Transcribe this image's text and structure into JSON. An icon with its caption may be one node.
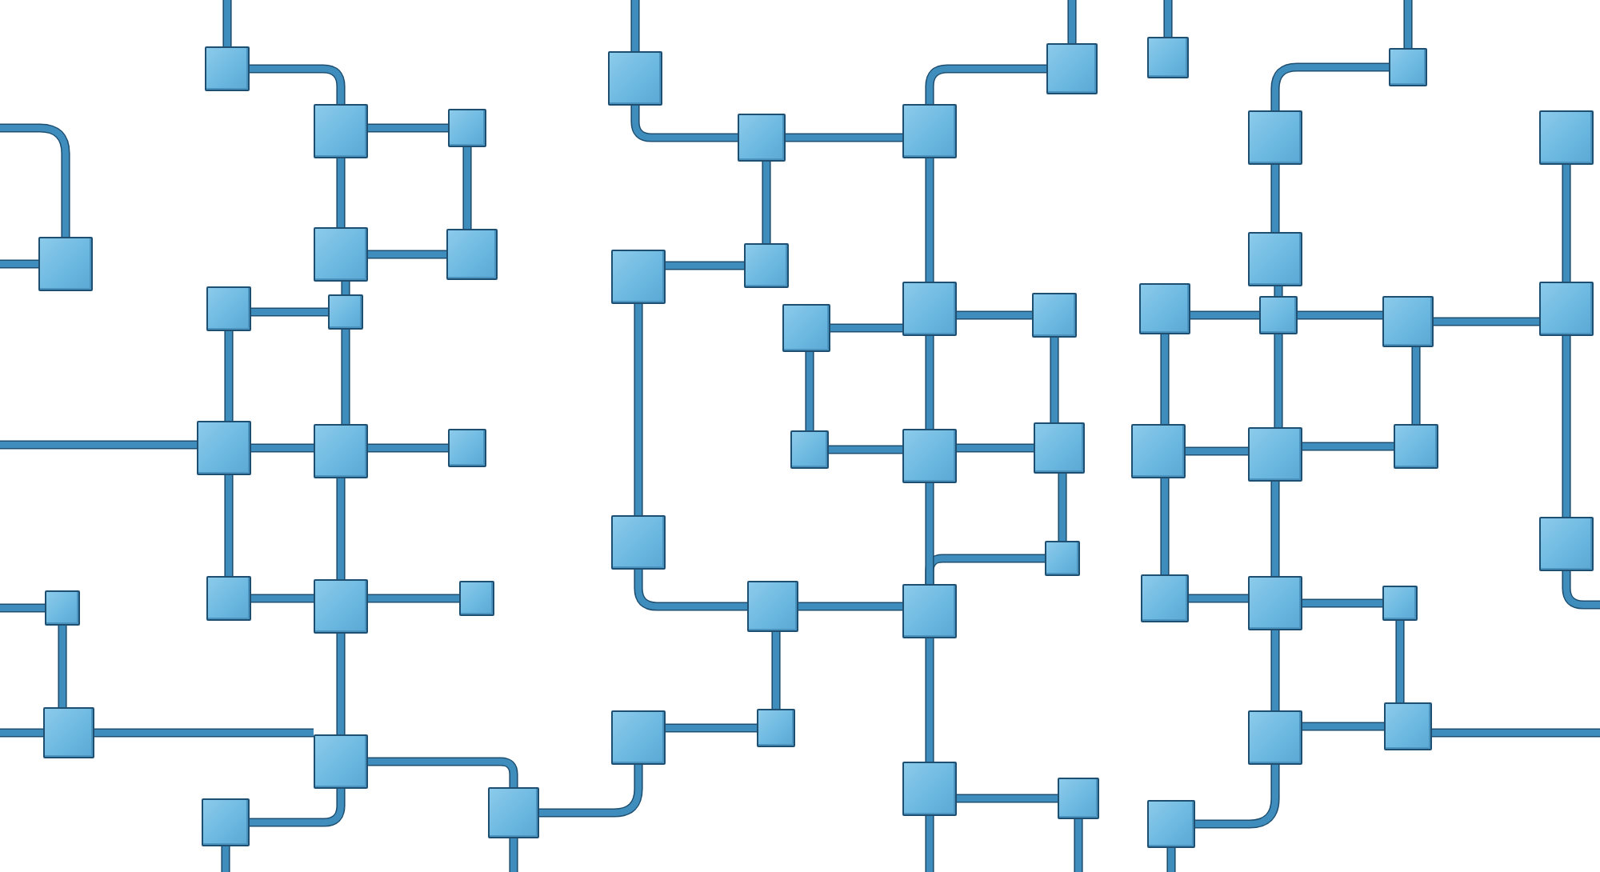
{
  "diagram": {
    "nodes": [
      {
        "text": [],
        "shape": "box"
      },
      {
        "text": [],
        "shape": "box"
      },
      {
        "text": [],
        "shape": "box"
      },
      {
        "text": [],
        "shape": "box"
      },
      {
        "text": [],
        "shape": "box"
      },
      {
        "text": [],
        "shape": "box"
      },
      {
        "text": [],
        "shape": "box"
      },
      {
        "text": [],
        "shape": "box"
      },
      {
        "text": [],
        "shape": "box"
      },
      {
        "text": [],
        "shape": "box"
      },
      {
        "text": [],
        "shape": "box"
      },
      {
        "text": [],
        "shape": "box"
      },
      {
        "text": [],
        "shape": "box"
      },
      {
        "text": [],
        "shape": "box"
      },
      {
        "text": [],
        "shape": "box"
      },
      {
        "text": [],
        "shape": "box"
      },
      {
        "text": [],
        "shape": "box"
      },
      {
        "text": [],
        "shape": "box"
      },
      {
        "text": [],
        "shape": "box"
      },
      {
        "text": [],
        "shape": "box"
      },
      {
        "text": [],
        "shape": "box"
      },
      {
        "text": [],
        "shape": "box"
      },
      {
        "text": [],
        "shape": "box"
      },
      {
        "text": [],
        "shape": "box"
      },
      {
        "text": [],
        "shape": "box"
      },
      {
        "text": [],
        "shape": "box"
      },
      {
        "text": [],
        "shape": "box"
      },
      {
        "text": [],
        "shape": "box"
      },
      {
        "text": [],
        "shape": "box"
      },
      {
        "text": [],
        "shape": "box"
      },
      {
        "text": [],
        "shape": "box"
      },
      {
        "text": [],
        "shape": "box"
      },
      {
        "text": [],
        "shape": "box"
      },
      {
        "text": [],
        "shape": "box"
      },
      {
        "text": [],
        "shape": "box"
      },
      {
        "text": [],
        "shape": "box"
      },
      {
        "text": [],
        "shape": "box"
      },
      {
        "text": [],
        "shape": "box"
      },
      {
        "text": [],
        "shape": "box"
      },
      {
        "text": [],
        "shape": "box"
      },
      {
        "text": [],
        "shape": "box"
      },
      {
        "text": [],
        "shape": "box"
      },
      {
        "text": [],
        "shape": "box"
      },
      {
        "text": [],
        "shape": "box"
      },
      {
        "text": [],
        "shape": "box"
      },
      {
        "text": [],
        "shape": "box"
      },
      {
        "text": [],
        "shape": "box"
      },
      {
        "text": [],
        "shape": "box"
      },
      {
        "text": [],
        "shape": "box"
      },
      {
        "text": [],
        "shape": "box"
      },
      {
        "text": [],
        "shape": "box"
      },
      {
        "text": [],
        "shape": "box"
      },
      {
        "text": [],
        "shape": "box"
      },
      {
        "text": [],
        "shape": "box"
      },
      {
        "text": [],
        "shape": "box"
      },
      {
        "text": [],
        "shape": "box"
      },
      {
        "text": [],
        "shape": "box"
      },
      {
        "text": [],
        "shape": "box"
      }
    ],
    "edges": [
      {
        "from": null,
        "to": 0,
        "arrow": "none"
      },
      {
        "from": 0,
        "to": 1,
        "arrow": "none"
      },
      {
        "from": 1,
        "to": 2,
        "arrow": "none"
      },
      {
        "from": 2,
        "to": 5,
        "arrow": "none"
      },
      {
        "from": 1,
        "to": 4,
        "arrow": "none"
      },
      {
        "from": 4,
        "to": 5,
        "arrow": "none"
      },
      {
        "from": null,
        "to": 3,
        "arrow": "none"
      },
      {
        "from": 3,
        "to": null,
        "arrow": "none"
      },
      {
        "from": 4,
        "to": 7,
        "arrow": "none"
      },
      {
        "from": 6,
        "to": 7,
        "arrow": "none"
      },
      {
        "from": 6,
        "to": 8,
        "arrow": "none"
      },
      {
        "from": 7,
        "to": 9,
        "arrow": "none"
      },
      {
        "from": null,
        "to": 8,
        "arrow": "none"
      },
      {
        "from": 8,
        "to": 9,
        "arrow": "none"
      },
      {
        "from": 9,
        "to": 10,
        "arrow": "none"
      },
      {
        "from": 8,
        "to": 11,
        "arrow": "none"
      },
      {
        "from": 9,
        "to": 12,
        "arrow": "none"
      },
      {
        "from": 11,
        "to": 12,
        "arrow": "none"
      },
      {
        "from": 12,
        "to": 13,
        "arrow": "none"
      },
      {
        "from": 14,
        "to": null,
        "arrow": "none"
      },
      {
        "from": 14,
        "to": 15,
        "arrow": "none"
      },
      {
        "from": 15,
        "to": null,
        "arrow": "none"
      },
      {
        "from": 15,
        "to": 16,
        "arrow": "none"
      },
      {
        "from": 12,
        "to": 16,
        "arrow": "none"
      },
      {
        "from": 16,
        "to": 17,
        "arrow": "none"
      },
      {
        "from": 16,
        "to": 18,
        "arrow": "none"
      },
      {
        "from": 17,
        "to": null,
        "arrow": "none"
      },
      {
        "from": 18,
        "to": null,
        "arrow": "none"
      },
      {
        "from": 18,
        "to": 35,
        "arrow": "none"
      },
      {
        "from": null,
        "to": 19,
        "arrow": "none"
      },
      {
        "from": 19,
        "to": 20,
        "arrow": "none"
      },
      {
        "from": 20,
        "to": 21,
        "arrow": "none"
      },
      {
        "from": 21,
        "to": 22,
        "arrow": "none"
      },
      {
        "from": 22,
        "to": null,
        "arrow": "none"
      },
      {
        "from": 20,
        "to": 24,
        "arrow": "none"
      },
      {
        "from": 23,
        "to": 24,
        "arrow": "none"
      },
      {
        "from": 21,
        "to": 26,
        "arrow": "none"
      },
      {
        "from": 25,
        "to": 26,
        "arrow": "none"
      },
      {
        "from": 26,
        "to": 27,
        "arrow": "none"
      },
      {
        "from": 25,
        "to": 28,
        "arrow": "none"
      },
      {
        "from": 28,
        "to": 29,
        "arrow": "none"
      },
      {
        "from": 26,
        "to": 29,
        "arrow": "none"
      },
      {
        "from": 27,
        "to": 30,
        "arrow": "none"
      },
      {
        "from": 29,
        "to": 30,
        "arrow": "none"
      },
      {
        "from": 30,
        "to": 32,
        "arrow": "none"
      },
      {
        "from": 32,
        "to": 34,
        "arrow": "none"
      },
      {
        "from": 29,
        "to": 34,
        "arrow": "none"
      },
      {
        "from": 23,
        "to": 31,
        "arrow": "none"
      },
      {
        "from": 31,
        "to": 33,
        "arrow": "none"
      },
      {
        "from": 33,
        "to": 34,
        "arrow": "none"
      },
      {
        "from": 33,
        "to": 36,
        "arrow": "none"
      },
      {
        "from": 35,
        "to": 36,
        "arrow": "none"
      },
      {
        "from": 34,
        "to": 37,
        "arrow": "none"
      },
      {
        "from": 37,
        "to": 38,
        "arrow": "none"
      },
      {
        "from": 37,
        "to": null,
        "arrow": "none"
      },
      {
        "from": 38,
        "to": null,
        "arrow": "none"
      },
      {
        "from": 39,
        "to": null,
        "arrow": "none"
      },
      {
        "from": 40,
        "to": null,
        "arrow": "none"
      },
      {
        "from": 40,
        "to": 41,
        "arrow": "none"
      },
      {
        "from": 41,
        "to": 44,
        "arrow": "none"
      },
      {
        "from": 44,
        "to": 45,
        "arrow": "none"
      },
      {
        "from": 43,
        "to": 45,
        "arrow": "none"
      },
      {
        "from": 45,
        "to": 46,
        "arrow": "none"
      },
      {
        "from": 46,
        "to": 47,
        "arrow": "none"
      },
      {
        "from": 42,
        "to": 47,
        "arrow": "none"
      },
      {
        "from": 47,
        "to": 51,
        "arrow": "none"
      },
      {
        "from": 51,
        "to": null,
        "arrow": "none"
      },
      {
        "from": 43,
        "to": 48,
        "arrow": "none"
      },
      {
        "from": 45,
        "to": 49,
        "arrow": "none"
      },
      {
        "from": 46,
        "to": 50,
        "arrow": "none"
      },
      {
        "from": 48,
        "to": 49,
        "arrow": "none"
      },
      {
        "from": 49,
        "to": 50,
        "arrow": "none"
      },
      {
        "from": 48,
        "to": 52,
        "arrow": "none"
      },
      {
        "from": 49,
        "to": 53,
        "arrow": "none"
      },
      {
        "from": 52,
        "to": 53,
        "arrow": "none"
      },
      {
        "from": 53,
        "to": 54,
        "arrow": "none"
      },
      {
        "from": 54,
        "to": 56,
        "arrow": "none"
      },
      {
        "from": 53,
        "to": 55,
        "arrow": "none"
      },
      {
        "from": 55,
        "to": 56,
        "arrow": "none"
      },
      {
        "from": 56,
        "to": null,
        "arrow": "none"
      },
      {
        "from": 55,
        "to": 57,
        "arrow": "none"
      },
      {
        "from": 57,
        "to": null,
        "arrow": "none"
      }
    ]
  }
}
